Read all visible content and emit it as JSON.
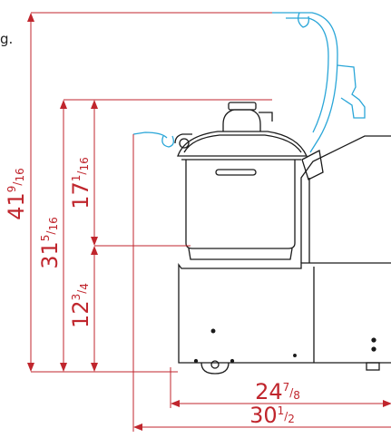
{
  "fragment_text": "g.",
  "colors": {
    "dimension_red": "#c0262d",
    "lid_open_blue": "#2aa6d8",
    "outline_black": "#1a1a1a",
    "background": "#ffffff"
  },
  "dimensions": {
    "total_height": {
      "whole": "41",
      "num": "9",
      "den": "16"
    },
    "lid_closed_height": {
      "whole": "31",
      "num": "5",
      "den": "16"
    },
    "bowl_height": {
      "whole": "17",
      "num": "1",
      "den": "16"
    },
    "base_height": {
      "whole": "12",
      "num": "3",
      "den": "4"
    },
    "body_depth": {
      "whole": "24",
      "num": "7",
      "den": "8"
    },
    "total_depth": {
      "whole": "30",
      "num": "1",
      "den": "2"
    }
  }
}
